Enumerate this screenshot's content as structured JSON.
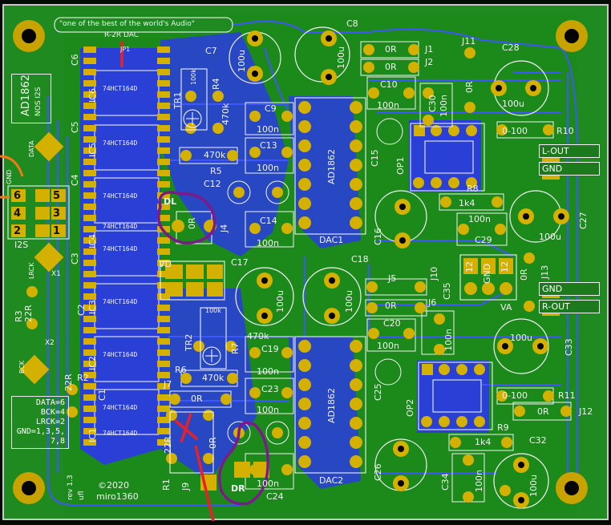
{
  "board": {
    "slogan": "\"one of the best of the world's Audio\"",
    "dac_title": "R-2R DAC",
    "revision": "rev 1.3",
    "author_line": "ufl",
    "copyright": "©2020",
    "author": "miro1360"
  },
  "notes": {
    "pinmap": [
      "DATA=6",
      "BCK=4",
      "LRCK=2",
      "GND=1,3,5,",
      "7,8"
    ],
    "ad_label": "AD1862",
    "ad_sub1": "NOS I2S"
  },
  "connector": {
    "pins": [
      "6",
      "5",
      "4",
      "3",
      "2",
      "1"
    ],
    "label": "I2S",
    "side_labels": [
      "DATA",
      "GND",
      "LRCK"
    ]
  },
  "ics": {
    "shift_reg": "74HCT164D",
    "dac_chip": "AD1862",
    "dac1": "DAC1",
    "dac2": "DAC2",
    "op1": "OP1",
    "op2": "OP2"
  },
  "outputs": {
    "lout": "L-OUT",
    "gnd1": "GND",
    "gnd2": "GND",
    "rout": "R-OUT",
    "va": "VA",
    "vd": "VD"
  },
  "labels": {
    "C1": "C1",
    "C2": "C2",
    "C3": "C3",
    "C4": "C4",
    "C5": "C5",
    "C6": "C6",
    "C7": "C7",
    "C8": "C8",
    "C9": "C9",
    "C10": "C10",
    "C12": "C12",
    "C13": "C13",
    "C14": "C14",
    "C15": "C15",
    "C16": "C16",
    "C17": "C17",
    "C18": "C18",
    "C19": "C19",
    "C20": "C20",
    "C23": "C23",
    "C24": "C24",
    "C25": "C25",
    "C26": "C26",
    "C27": "C27",
    "C28": "C28",
    "C29": "C29",
    "C30": "C30",
    "C32": "C32",
    "C33": "C33",
    "C34": "C34",
    "C35": "C35",
    "IC1": "IC1",
    "IC2": "IC2",
    "IC3": "IC3",
    "IC4": "IC4",
    "IC5": "IC5",
    "IC6": "IC6",
    "R1": "R1",
    "R2": "R2",
    "R3": "R3",
    "R4": "R4",
    "R5": "R5",
    "R6": "R6",
    "R7": "R7",
    "R8": "R8",
    "R9": "R9",
    "R10": "R10",
    "R11": "R11",
    "J1": "J1",
    "J2": "J2",
    "J4": "J4",
    "J5": "J5",
    "J6": "J6",
    "J7": "J7",
    "J9": "J9",
    "J10": "J10",
    "J11": "J11",
    "J12": "J12",
    "J13": "J13",
    "TR1": "TR1",
    "TR2": "TR2",
    "X1": "X1",
    "X2": "X2",
    "JP1": "JP1",
    "DL": "DL",
    "DR": "DR",
    "BCK": "BCK",
    "LRCK": "LRCK",
    "DATA": "DATA",
    "GND": "GND"
  },
  "values": {
    "u100": "100u",
    "n100": "100n",
    "r0": "0R",
    "r22": "22R",
    "k470": "470k",
    "k100": "100k",
    "k1": "1k4",
    "r0_100": "0-100",
    "d12": "12"
  }
}
